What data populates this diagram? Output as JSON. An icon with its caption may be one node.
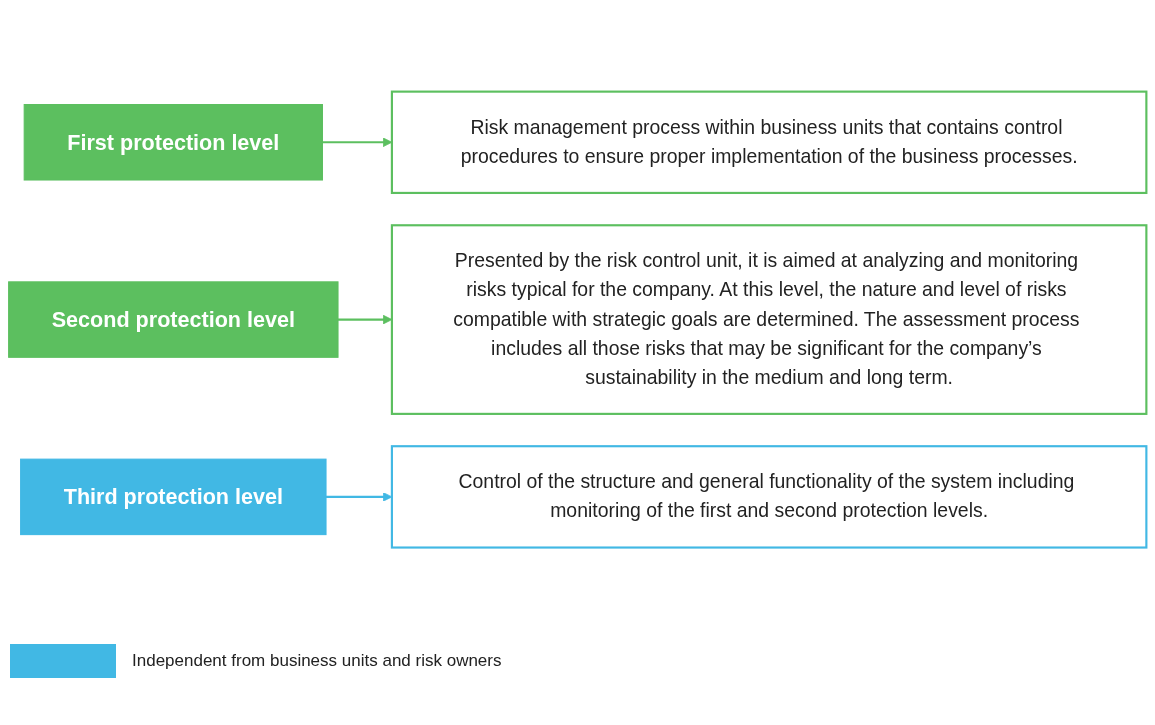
{
  "diagram": {
    "nodes": [
      {
        "text": [
          "First protection level"
        ]
      },
      {
        "text": [
          "Risk management process within business units that contains control procedures to ensure proper implementation of the business processes."
        ]
      },
      {
        "text": [
          "Second protection level"
        ]
      },
      {
        "text": [
          "Presented by the risk control unit, it is aimed at analyzing and monitoring risks typical for the company. At this level, the nature and level of risks compatible with strategic goals are determined. The assessment process includes all those risks that may be significant for the company’s sustainability in the medium and long term."
        ]
      },
      {
        "text": [
          "Third protection level"
        ]
      },
      {
        "text": [
          "Control of the structure and general functionality of the system including monitoring of the first and second protection levels."
        ]
      }
    ],
    "edges": [
      {
        "from": 0,
        "to": 1,
        "arrow": "to"
      },
      {
        "from": 2,
        "to": 3,
        "arrow": "to"
      },
      {
        "from": 4,
        "to": 5,
        "arrow": "to",
        "color": "#41b8e4"
      }
    ],
    "legend": [
      {
        "text": "Independent from business units and risk owners",
        "color": "#41b8e4"
      }
    ]
  }
}
